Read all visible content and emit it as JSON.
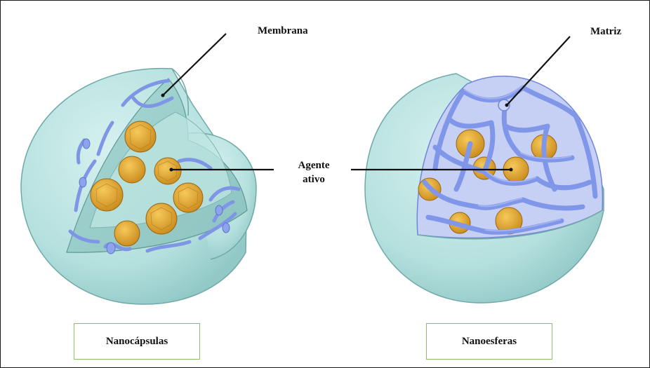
{
  "labels": {
    "membrane": "Membrana",
    "matrix": "Matriz",
    "active_agent_line1": "Agente",
    "active_agent_line2": "ativo"
  },
  "captions": {
    "left": "Nanocápsulas",
    "right": "Nanoesferas"
  },
  "colors": {
    "shell": "#b8e3e1",
    "shell_edge": "#6fa9a8",
    "polymer": "#7f96e6",
    "drug": "#e3a12a",
    "box_border": "#8bbf6a"
  }
}
